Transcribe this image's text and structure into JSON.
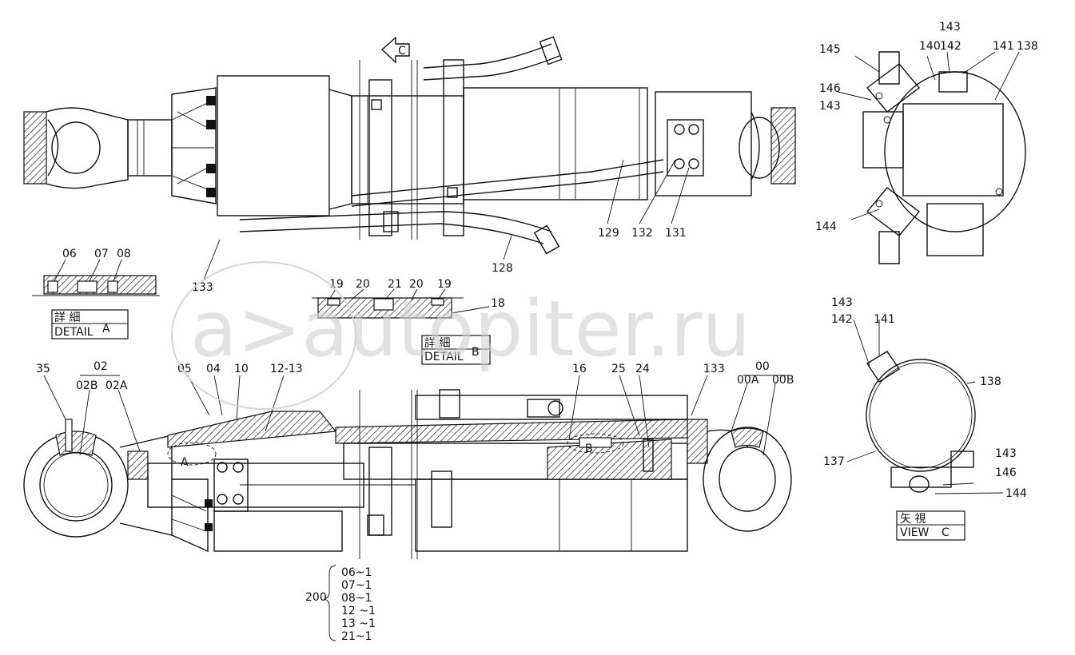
{
  "watermark": "a>autopiter.ru",
  "view_marker": "C",
  "top_view_labels": [
    "133",
    "128",
    "129",
    "132",
    "131"
  ],
  "detail_a": {
    "labels": [
      "06",
      "07",
      "08"
    ],
    "jp": "詳 細",
    "en": "DETAIL",
    "letter": "A"
  },
  "detail_b": {
    "labels": [
      "19",
      "20",
      "21",
      "20",
      "19",
      "18"
    ],
    "jp": "詳 細",
    "en": "DETAIL",
    "letter": "B"
  },
  "main_view_labels": {
    "l35": "35",
    "l02": "02",
    "l02b": "02B",
    "l02a": "02A",
    "l05": "05",
    "l04": "04",
    "l10": "10",
    "l1213": "12-13",
    "l16": "16",
    "l25": "25",
    "l24": "24",
    "l133": "133",
    "l00": "00",
    "l00a": "00A",
    "l00b": "00B",
    "markA": "A",
    "markB": "B"
  },
  "end_view_labels": {
    "l145": "145",
    "l146": "146",
    "l143a": "143",
    "l143b": "143",
    "l140": "140",
    "l142": "142",
    "l141": "141",
    "l138": "138",
    "l144": "144"
  },
  "view_c": {
    "labels": {
      "l143": "143",
      "l142": "142",
      "l141": "141",
      "l138": "138",
      "l137": "137",
      "l143b": "143",
      "l146": "146",
      "l144": "144"
    },
    "jp": "矢 視",
    "en": "VIEW",
    "letter": "C"
  },
  "kit": {
    "number": "200",
    "items": [
      "06~1",
      "07~1",
      "08~1",
      "12 ~1",
      "13 ~1",
      "21~1"
    ]
  }
}
